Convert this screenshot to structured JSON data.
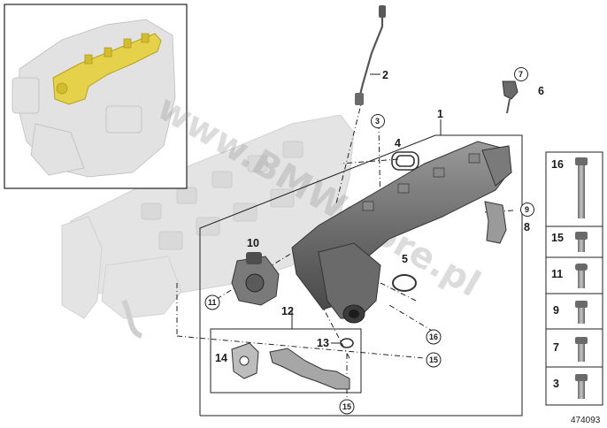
{
  "diagram": {
    "watermark": "www.BMWstore.pl",
    "catalog_number": "474093",
    "callouts": {
      "c1": "1",
      "c2": "2",
      "c3": "3",
      "c4": "4",
      "c5": "5",
      "c6": "6",
      "c7": "7",
      "c8": "8",
      "c9": "9",
      "c10": "10",
      "c11": "11",
      "c12": "12",
      "c13": "13",
      "c14": "14",
      "c15a": "15",
      "c15b": "15",
      "c16": "16"
    },
    "legend": [
      {
        "num": "16"
      },
      {
        "num": "15"
      },
      {
        "num": "11"
      },
      {
        "num": "9"
      },
      {
        "num": "7"
      },
      {
        "num": "3"
      }
    ]
  },
  "colors": {
    "highlight": "#e6d24a",
    "ghost": "#e3e3e3",
    "part_dark": "#5f5f5f",
    "part_mid": "#8c8c8c",
    "part_light": "#bdbdbd",
    "line": "#222222"
  }
}
